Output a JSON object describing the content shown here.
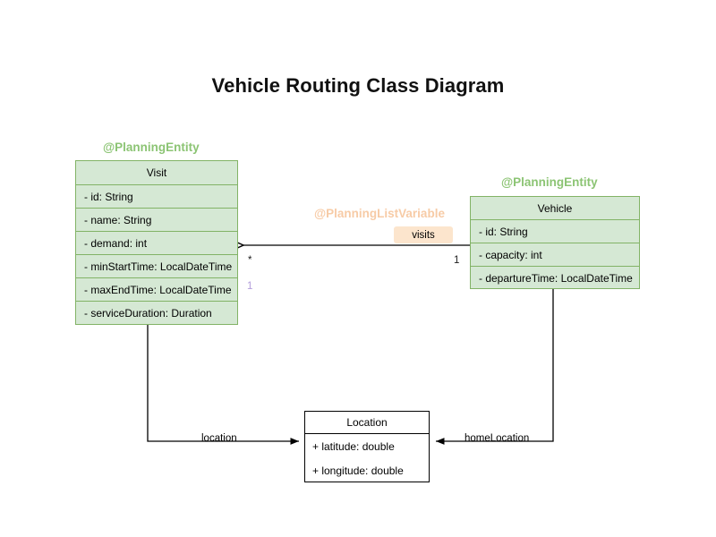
{
  "diagram": {
    "title": "Vehicle Routing Class Diagram",
    "type": "uml-class-diagram"
  },
  "colors": {
    "entity_fill": "#d5e8d4",
    "entity_border": "#82b366",
    "stereotype_entity": "#8cc474",
    "stereotype_listvariable": "#f7cba6",
    "label_visits_fill": "#fce5cd",
    "plain_fill": "#ffffff",
    "plain_border": "#000000",
    "multiplicity_muted": "#b39ddb",
    "background": "#ffffff"
  },
  "classes": {
    "visit": {
      "stereotype": "@PlanningEntity",
      "name": "Visit",
      "attributes": [
        "- id: String",
        "- name: String",
        "- demand: int",
        "- minStartTime: LocalDateTime",
        "- maxEndTime: LocalDateTime",
        "- serviceDuration: Duration"
      ]
    },
    "vehicle": {
      "stereotype": "@PlanningEntity",
      "name": "Vehicle",
      "attributes": [
        "- id: String",
        "- capacity: int",
        "- departureTime: LocalDateTime"
      ]
    },
    "location": {
      "stereotype": "",
      "name": "Location",
      "attributes": [
        "+ latitude: double",
        "+ longitude: double"
      ]
    }
  },
  "relationships": {
    "visits": {
      "stereotype": "@PlanningListVariable",
      "label": "visits",
      "from": "Vehicle",
      "to": "Visit",
      "source_multiplicity": "1",
      "target_multiplicity": "*",
      "target_multiplicity_secondary": "1"
    },
    "visit_location": {
      "label": "location",
      "from": "Visit",
      "to": "Location"
    },
    "vehicle_home_location": {
      "label": "homeLocation",
      "from": "Vehicle",
      "to": "Location"
    }
  }
}
